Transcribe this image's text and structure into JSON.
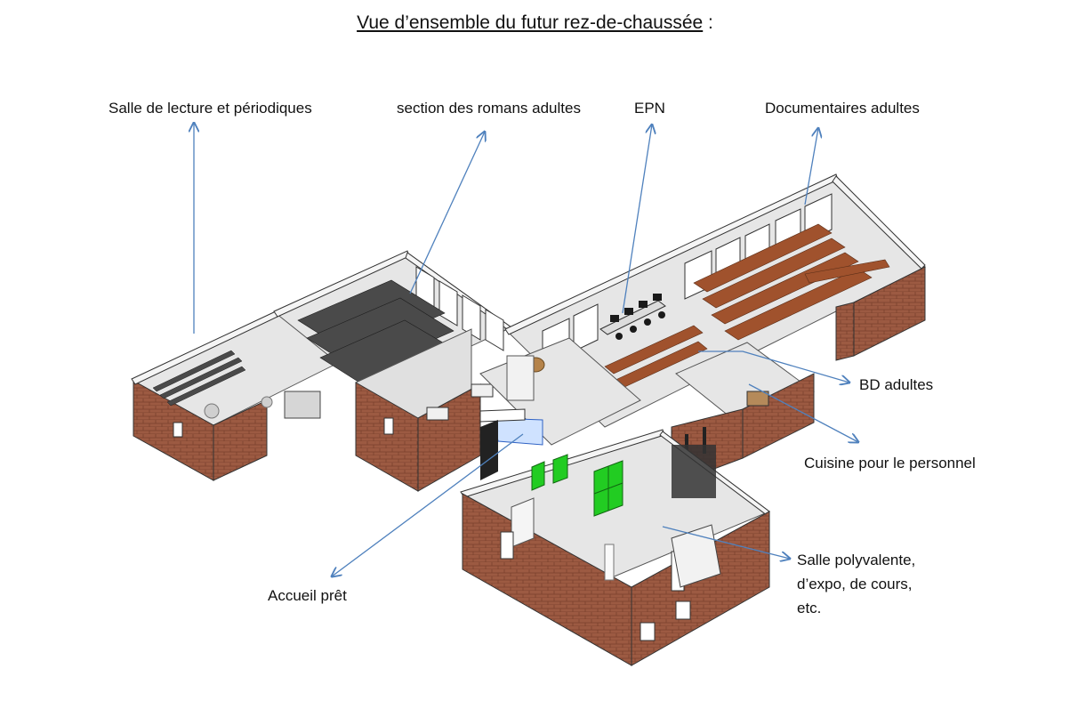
{
  "title": {
    "text": "Vue d’ensemble du futur rez-de-chaussée",
    "suffix": " :"
  },
  "labels": {
    "salle_lecture": "Salle de lecture et périodiques",
    "romans": "section des romans adultes",
    "epn": "EPN",
    "documentaires": "Documentaires adultes",
    "bd": "BD adultes",
    "cuisine": "Cuisine pour le personnel",
    "accueil": "Accueil prêt",
    "polyvalente": [
      "Salle polyvalente,",
      "d’expo, de cours,",
      "etc."
    ]
  },
  "colors": {
    "arrow": "#4f81bd",
    "brick": "#9c5a42",
    "floor": "#e6e6e6",
    "wall_top": "#f5f5f5",
    "shelf_dark": "#4a4a4a",
    "shelf_wood": "#a0522d",
    "green_panel": "#22cc22"
  }
}
